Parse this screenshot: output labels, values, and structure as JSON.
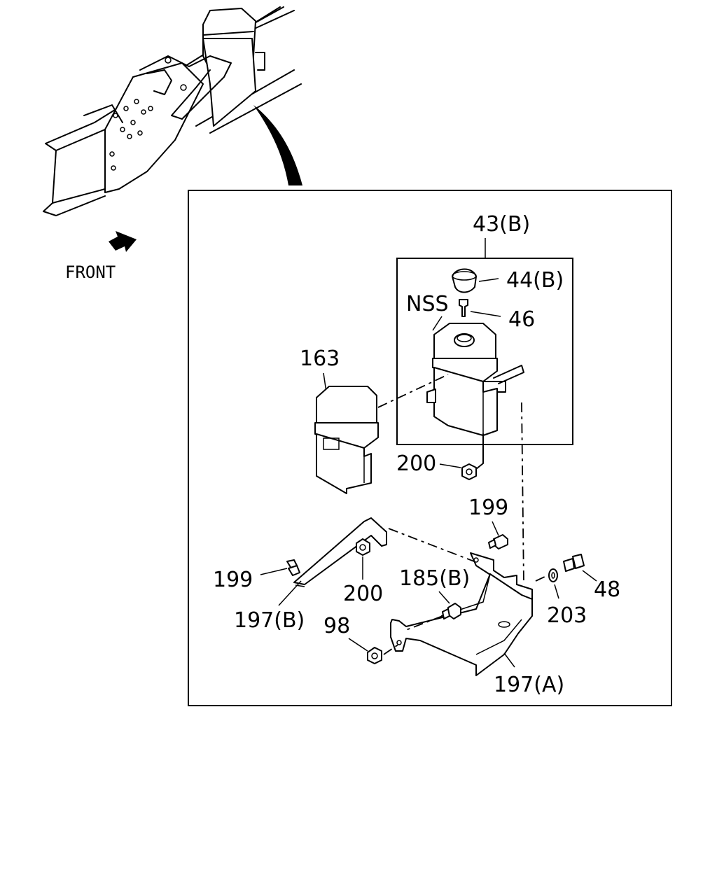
{
  "diagram": {
    "orientation_label": "FRONT",
    "callouts": {
      "c43b": "43(B)",
      "c44b": "44(B)",
      "nss": "NSS",
      "c46": "46",
      "c163": "163",
      "c200_upper": "200",
      "c199_right": "199",
      "c199_left": "199",
      "c200_lower": "200",
      "c185b": "185(B)",
      "c48": "48",
      "c203": "203",
      "c197b": "197(B)",
      "c98": "98",
      "c197a": "197(A)"
    }
  }
}
